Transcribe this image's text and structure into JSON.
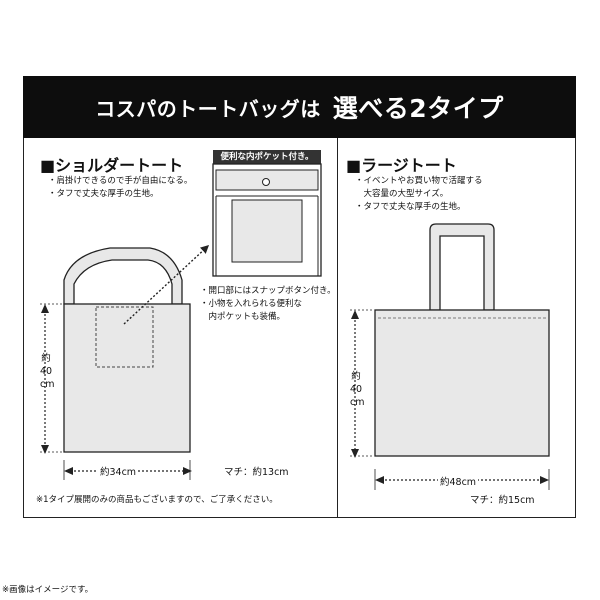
{
  "banner": {
    "prefix": "コスパのトートバッグは",
    "highlight": "選べる2タイプ"
  },
  "shoulder": {
    "title": "■ショルダートート",
    "features": [
      "・肩掛けできるので手が自由になる。",
      "・タフで丈夫な厚手の生地。"
    ],
    "pocket_badge": "便利な内ポケット付き。",
    "pocket_notes": [
      "・開口部にはスナップボタン付き。",
      "・小物を入れられる便利な",
      "　内ポケットも装備。"
    ],
    "height_label": [
      "約",
      "40",
      "cm"
    ],
    "width_label": "約34cm",
    "gusset_label": "マチ：約13cm"
  },
  "large": {
    "title": "■ラージトート",
    "features": [
      "・イベントやお買い物で活躍する",
      "　大容量の大型サイズ。",
      "・タフで丈夫な厚手の生地。"
    ],
    "height_label": [
      "約",
      "40",
      "cm"
    ],
    "width_label": "約48cm",
    "gusset_label": "マチ：約15cm"
  },
  "footnote": "※1タイプ展開のみの商品もございますので、ご了承ください。",
  "image_note": "※画像はイメージです。",
  "colors": {
    "banner_bg": "#0d0d0d",
    "bag_fill": "#e8e8e8",
    "line": "#222222"
  }
}
